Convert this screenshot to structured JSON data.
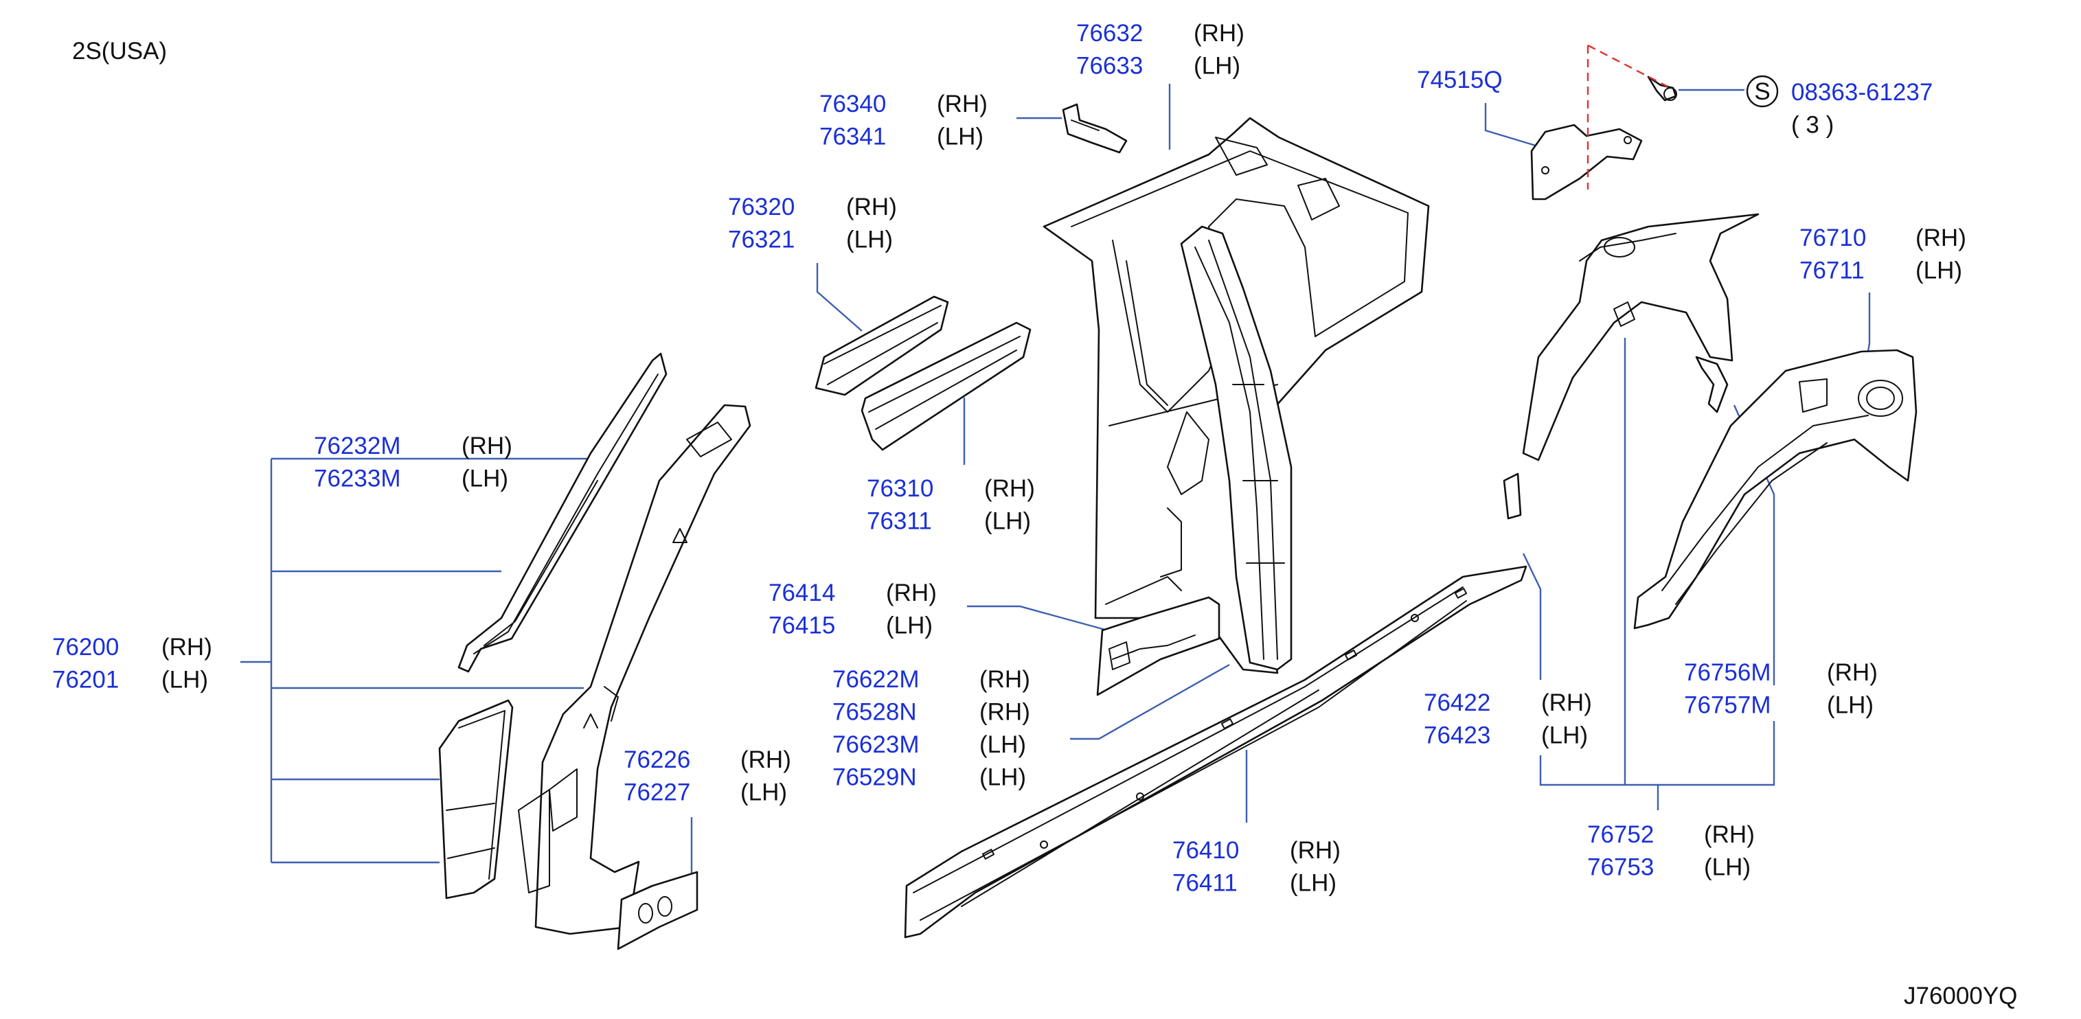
{
  "header": {
    "variant": "2S(USA)",
    "diagram_code": "J76000YQ"
  },
  "callouts": [
    {
      "id": "c-76632",
      "parts": [
        {
          "no": "76632",
          "side": "(RH)"
        },
        {
          "no": "76633",
          "side": "(LH)"
        }
      ]
    },
    {
      "id": "c-76340",
      "parts": [
        {
          "no": "76340",
          "side": "(RH)"
        },
        {
          "no": "76341",
          "side": "(LH)"
        }
      ]
    },
    {
      "id": "c-74515",
      "parts": [
        {
          "no": "74515Q",
          "side": ""
        }
      ]
    },
    {
      "id": "c-08363",
      "parts": [
        {
          "no": "08363-61237",
          "side": ""
        }
      ],
      "symbol": "S",
      "qty": "( 3 )"
    },
    {
      "id": "c-76320",
      "parts": [
        {
          "no": "76320",
          "side": "(RH)"
        },
        {
          "no": "76321",
          "side": "(LH)"
        }
      ]
    },
    {
      "id": "c-76710",
      "parts": [
        {
          "no": "76710",
          "side": "(RH)"
        },
        {
          "no": "76711",
          "side": "(LH)"
        }
      ]
    },
    {
      "id": "c-76232",
      "parts": [
        {
          "no": "76232M",
          "side": "(RH)"
        },
        {
          "no": "76233M",
          "side": "(LH)"
        }
      ]
    },
    {
      "id": "c-76310",
      "parts": [
        {
          "no": "76310",
          "side": "(RH)"
        },
        {
          "no": "76311",
          "side": "(LH)"
        }
      ]
    },
    {
      "id": "c-76414",
      "parts": [
        {
          "no": "76414",
          "side": "(RH)"
        },
        {
          "no": "76415",
          "side": "(LH)"
        }
      ]
    },
    {
      "id": "c-76200",
      "parts": [
        {
          "no": "76200",
          "side": "(RH)"
        },
        {
          "no": "76201",
          "side": "(LH)"
        }
      ]
    },
    {
      "id": "c-76622",
      "parts": [
        {
          "no": "76622M",
          "side": "(RH)"
        },
        {
          "no": "76528N",
          "side": "(RH)"
        },
        {
          "no": "76623M",
          "side": "(LH)"
        },
        {
          "no": "76529N",
          "side": "(LH)"
        }
      ]
    },
    {
      "id": "c-76756",
      "parts": [
        {
          "no": "76756M",
          "side": "(RH)"
        },
        {
          "no": "76757M",
          "side": "(LH)"
        }
      ]
    },
    {
      "id": "c-76422",
      "parts": [
        {
          "no": "76422",
          "side": "(RH)"
        },
        {
          "no": "76423",
          "side": "(LH)"
        }
      ]
    },
    {
      "id": "c-76226",
      "parts": [
        {
          "no": "76226",
          "side": "(RH)"
        },
        {
          "no": "76227",
          "side": "(LH)"
        }
      ]
    },
    {
      "id": "c-76410",
      "parts": [
        {
          "no": "76410",
          "side": "(RH)"
        },
        {
          "no": "76411",
          "side": "(LH)"
        }
      ]
    },
    {
      "id": "c-76752",
      "parts": [
        {
          "no": "76752",
          "side": "(RH)"
        },
        {
          "no": "76753",
          "side": "(LH)"
        }
      ]
    }
  ]
}
